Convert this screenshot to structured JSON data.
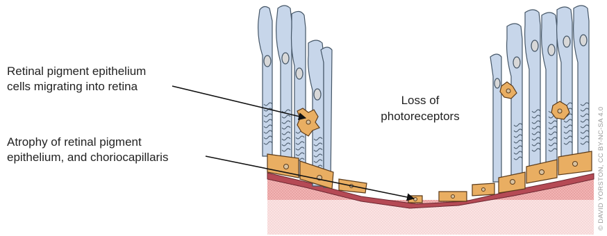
{
  "labels": {
    "migrating_line1": "Retinal pigment epithelium",
    "migrating_line2": "cells migrating into retina",
    "atrophy_line1": "Atrophy of retinal pigment",
    "atrophy_line2": "epithelium, and choriocapillaris",
    "loss_line1": "Loss of",
    "loss_line2": "photoreceptors"
  },
  "credit": "© DAVID YORSTON, CC BY-NC-SA 4.0",
  "colors": {
    "photoreceptor_fill": "#c7d6ea",
    "photoreceptor_stroke": "#445566",
    "nucleus_fill": "#d8d8d8",
    "rpe_fill": "#e9ae62",
    "rpe_stroke": "#5a3a1a",
    "bruch_membrane": "#b54a55",
    "choriocapillaris": "#f2b7b7",
    "choroid": "#f7dede",
    "leader_line": "#111111"
  },
  "icons": [
    "photoreceptor-cell",
    "rpe-cell",
    "migrating-rpe-cell"
  ]
}
